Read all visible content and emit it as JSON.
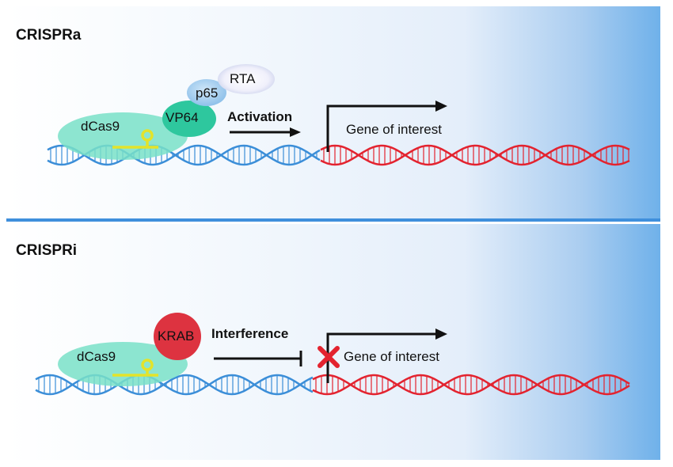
{
  "top": {
    "title": "CRISPRa",
    "dcas9": "dCas9",
    "vp64": "VP64",
    "p65": "p65",
    "rta": "RTA",
    "action": "Activation",
    "gene": "Gene of interest"
  },
  "bottom": {
    "title": "CRISPRi",
    "dcas9": "dCas9",
    "krab": "KRAB",
    "action": "Interference",
    "gene": "Gene of interest"
  },
  "colors": {
    "dna_blue": "#3b8ed8",
    "dna_red": "#e3232f",
    "dcas9": "#79e0c8",
    "vp64": "#2ec79e",
    "krab": "#dd3340",
    "guide_rna": "#e3e32a",
    "divider": "#3f8fdc"
  }
}
